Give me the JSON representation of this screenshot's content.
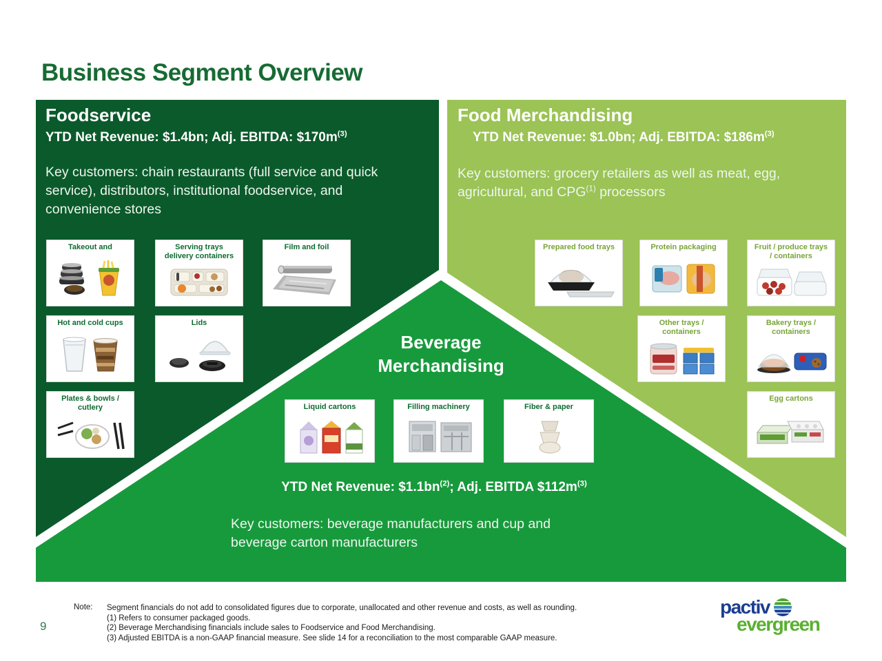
{
  "slide": {
    "title": "Business Segment Overview"
  },
  "colors": {
    "dark_green": "#0b5a2b",
    "mid_green": "#179a3c",
    "lime_green": "#9bc355",
    "title_green": "#176b33",
    "tile_label_green": "#0e6b31",
    "tile_label_lime": "#78a437",
    "logo_blue": "#1b3e91",
    "logo_green": "#5ab031",
    "page_number_green": "#2f7d4a"
  },
  "foodservice": {
    "heading": "Foodservice",
    "revenue": "YTD Net Revenue: $1.4bn; Adj. EBITDA: $170m",
    "revenue_sup": "(3)",
    "key_customers": "Key customers: chain restaurants (full service and quick service), distributors, institutional  foodservice, and convenience stores",
    "tiles": [
      {
        "label": "Takeout and"
      },
      {
        "label": "Serving trays\ndelivery containers"
      },
      {
        "label": "Film and foil"
      },
      {
        "label": "Hot and cold cups"
      },
      {
        "label": "Lids"
      },
      {
        "label": "Plates & bowls /\ncutlery"
      }
    ]
  },
  "food_merchandising": {
    "heading": "Food Merchandising",
    "revenue": "YTD Net Revenue: $1.0bn; Adj. EBITDA: $186m",
    "revenue_sup": "(3)",
    "key_customers_part1": "Key customers: grocery retailers as well as  meat, egg, agricultural, and CPG",
    "key_customers_sup": "(1)",
    "key_customers_part2": " processors",
    "tiles": [
      {
        "label": "Prepared food trays"
      },
      {
        "label": "Protein packaging"
      },
      {
        "label": "Fruit / produce trays\n/ containers"
      },
      {
        "label": "Other trays /\ncontainers"
      },
      {
        "label": "Bakery trays /\ncontainers"
      },
      {
        "label": "Egg cartons"
      }
    ]
  },
  "beverage_merchandising": {
    "heading_line1": "Beverage",
    "heading_line2": "Merchandising",
    "revenue_part1": "YTD Net Revenue: $1.1bn",
    "revenue_sup1": "(2)",
    "revenue_part2": "; Adj. EBITDA $112m",
    "revenue_sup2": "(3)",
    "key_customers": "Key customers: beverage manufacturers and cup and beverage carton manufacturers",
    "tiles": [
      {
        "label": "Liquid cartons"
      },
      {
        "label": "Filling machinery"
      },
      {
        "label": "Fiber & paper"
      }
    ]
  },
  "footer": {
    "note_label": "Note:",
    "notes": [
      "Segment financials do not add to consolidated figures due to corporate, unallocated and other revenue and costs, as well as  rounding.",
      "(1) Refers to consumer packaged goods.",
      "(2) Beverage Merchandising financials include sales to Foodservice and Food Merchandising.",
      "(3) Adjusted EBITDA is a non-GAAP financial measure. See slide 14 for a reconciliation to the most comparable GAAP measure."
    ],
    "page_number": "9",
    "logo": {
      "pactiv": "pactiv",
      "evergreen": "evergreen"
    }
  }
}
